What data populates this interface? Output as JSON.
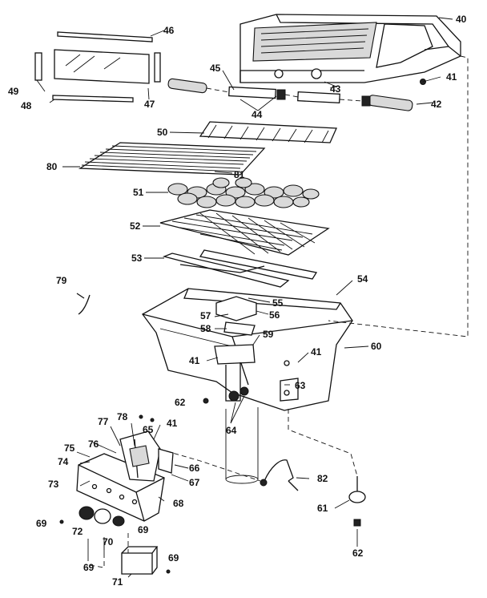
{
  "callouts": {
    "c40": "40",
    "c41a": "41",
    "c42": "42",
    "c43": "43",
    "c44": "44",
    "c45": "45",
    "c46": "46",
    "c47": "47",
    "c48": "48",
    "c49": "49",
    "c50": "50",
    "c80": "80",
    "c81": "81",
    "c51": "51",
    "c52": "52",
    "c53": "53",
    "c79": "79",
    "c54": "54",
    "c55": "55",
    "c56": "56",
    "c57": "57",
    "c58": "58",
    "c59": "59",
    "c60": "60",
    "c41b": "41",
    "c41c": "41",
    "c63": "63",
    "c62a": "62",
    "c64": "64",
    "c77": "77",
    "c78": "78",
    "c65": "65",
    "c41d": "41",
    "c76": "76",
    "c75": "75",
    "c74": "74",
    "c66": "66",
    "c67": "67",
    "c73": "73",
    "c68": "68",
    "c69a": "69",
    "c72": "72",
    "c70": "70",
    "c69b": "69",
    "c69c": "69",
    "c69d": "69",
    "c71": "71",
    "c82": "82",
    "c61": "61",
    "c62b": "62"
  },
  "parts": {
    "lid": "lid-hood-assembly",
    "window": "window-glass-panel",
    "handle": "lid-handle",
    "grate": "cooking-grate",
    "rack": "warming-rack",
    "rocks": "lava-rock-bed",
    "rock_grate": "rock-grate",
    "burner": "burner",
    "bowl": "grill-bottom-bowl",
    "control_panel": "control-panel",
    "pipe": "gas-pipe"
  }
}
